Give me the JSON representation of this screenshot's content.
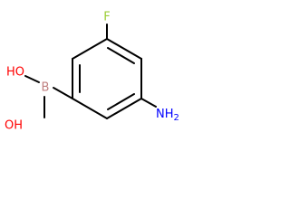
{
  "molecule": {
    "atoms": {
      "fluorine": {
        "text": "F",
        "color": "#9acd32"
      },
      "amine": {
        "text": "NH",
        "subscript": "2",
        "color": "#0000ff"
      },
      "boron": {
        "text": "B",
        "color": "#c08080"
      },
      "hydroxyl_top": {
        "text": "HO",
        "color": "#ff0000"
      },
      "hydroxyl_bottom": {
        "text": "OH",
        "color": "#ff0000"
      }
    },
    "bond_color": "#000000"
  }
}
